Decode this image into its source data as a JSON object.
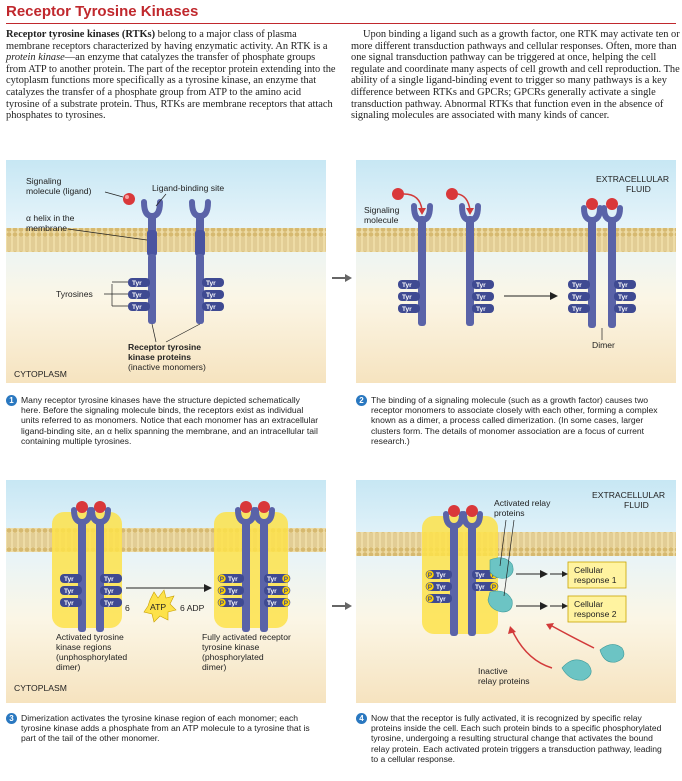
{
  "title": "Receptor Tyrosine Kinases",
  "intro_left": {
    "bold": "Receptor tyrosine kinases (RTKs)",
    "text1": " belong to a major class of plasma membrane receptors characterized by having enzymatic activity. An RTK is a ",
    "italic": "protein kinase",
    "text2": "—an enzyme that catalyzes the transfer of phosphate groups from ATP to another protein. The part of the receptor protein extending into the cytoplasm functions more specifically as a tyrosine kinase, an enzyme that catalyzes the transfer of a phosphate group from ATP to the amino acid tyrosine of a substrate protein. Thus, RTKs are membrane receptors that attach phosphates to tyrosines."
  },
  "intro_right": "Upon binding a ligand such as a growth factor, one RTK may activate ten or more different transduction pathways and cellular responses. Often, more than one signal transduction pathway can be triggered at once, helping the cell regulate and coordinate many aspects of cell growth and cell reproduction. The ability of a single ligand-binding event to trigger so many pathways is a key difference between RTKs and GPCRs; GPCRs generally activate a single transduction pathway. Abnormal RTKs that function even in the absence of signaling molecules are associated with many kinds of cancer.",
  "panel1": {
    "signaling_molecule": [
      "Signaling",
      "molecule (ligand)"
    ],
    "ligand_binding_site": "Ligand-binding site",
    "alpha_helix": [
      "α helix in the",
      "membrane"
    ],
    "tyrosines": "Tyrosines",
    "rtk_proteins": [
      "Receptor tyrosine",
      "kinase proteins"
    ],
    "inactive_monomers": "(inactive monomers)",
    "cytoplasm": "CYTOPLASM"
  },
  "panel2": {
    "extracellular": [
      "EXTRACELLULAR",
      "FLUID"
    ],
    "signaling_molecule": [
      "Signaling",
      "molecule"
    ],
    "dimer": "Dimer"
  },
  "panel3": {
    "atp_count": "6",
    "atp": "ATP",
    "adp": "6 ADP",
    "activated_regions": [
      "Activated tyrosine",
      "kinase regions",
      "(unphosphorylated",
      "dimer)"
    ],
    "fully_activated": [
      "Fully activated receptor",
      "tyrosine kinase",
      "(phosphorylated",
      "dimer)"
    ],
    "cytoplasm": "CYTOPLASM"
  },
  "panel4": {
    "activated_relay": [
      "Activated relay",
      "proteins"
    ],
    "extracellular": [
      "EXTRACELLULAR",
      "FLUID"
    ],
    "response1": [
      "Cellular",
      "response 1"
    ],
    "response2": [
      "Cellular",
      "response 2"
    ],
    "inactive_relay": [
      "Inactive",
      "relay proteins"
    ]
  },
  "tyr_label": "Tyr",
  "p_label": "P",
  "captions": [
    {
      "num": "1",
      "text": "Many receptor tyrosine kinases have the structure depicted schematically here. Before the signaling molecule binds, the receptors exist as individual units referred to as monomers. Notice that each monomer has an extracellular ligand-binding site, an α helix spanning the membrane, and an intracellular tail containing multiple tyrosines."
    },
    {
      "num": "2",
      "text": "The binding of a signaling molecule (such as a growth factor) causes two receptor monomers to associate closely with each other, forming a complex known as a dimer, a process called dimerization. (In some cases, larger clusters form. The details of monomer association are a focus of current research.)"
    },
    {
      "num": "3",
      "text": "Dimerization activates the tyrosine kinase region of each monomer; each tyrosine kinase adds a phosphate from an ATP molecule to a tyrosine that is part of the tail of the other monomer."
    },
    {
      "num": "4",
      "text": "Now that the receptor is fully activated, it is recognized by specific relay proteins inside the cell. Each such protein binds to a specific phosphorylated tyrosine, undergoing a resulting structural change that activates the bound relay protein. Each activated protein triggers a transduction pathway, leading to a cellular response."
    }
  ],
  "colors": {
    "title": "#c0282d",
    "receptor": "#5a63a8",
    "tyr": "#3f4a92",
    "ligand": "#d9383a",
    "membrane": "#e3cd8c",
    "glow": "#fde24a",
    "relay": "#6cc4c4",
    "phosphate": "#ffd400",
    "response_box": "#fff3a0",
    "arrow": "#d23a3a"
  }
}
